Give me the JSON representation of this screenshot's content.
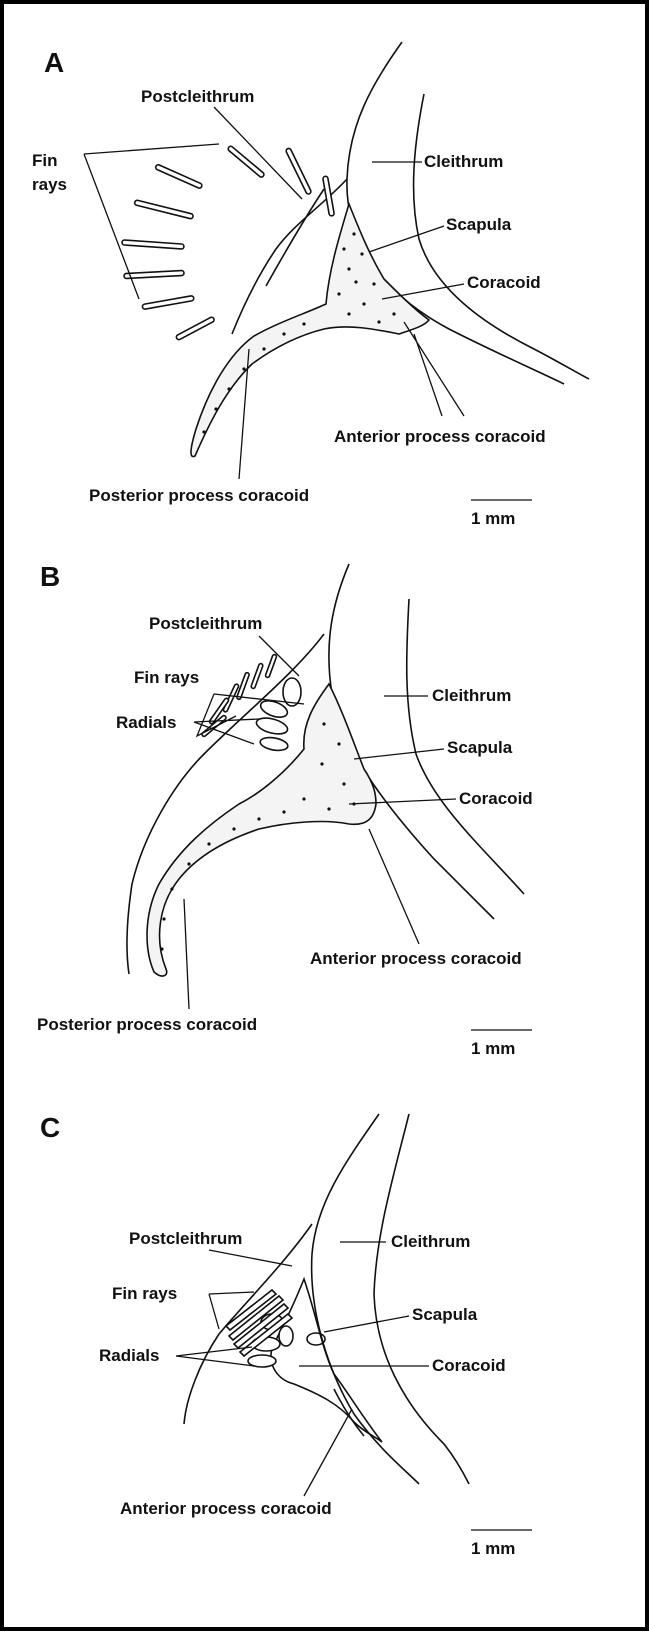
{
  "panels": [
    {
      "letter": "A",
      "labels": {
        "postcleithrum": "Postcleithrum",
        "fin_rays_1": "Fin",
        "fin_rays_2": "rays",
        "cleithrum": "Cleithrum",
        "scapula": "Scapula",
        "coracoid": "Coracoid",
        "anterior_process": "Anterior process coracoid",
        "posterior_process": "Posterior process coracoid"
      },
      "scale": "1  mm"
    },
    {
      "letter": "B",
      "labels": {
        "postcleithrum": "Postcleithrum",
        "fin_rays": "Fin rays",
        "radials": "Radials",
        "cleithrum": "Cleithrum",
        "scapula": "Scapula",
        "coracoid": "Coracoid",
        "anterior_process": "Anterior process coracoid",
        "posterior_process": "Posterior process coracoid"
      },
      "scale": "1  mm"
    },
    {
      "letter": "C",
      "labels": {
        "postcleithrum": "Postcleithrum",
        "fin_rays": "Fin rays",
        "radials": "Radials",
        "cleithrum": "Cleithrum",
        "scapula": "Scapula",
        "coracoid": "Coracoid",
        "anterior_process": "Anterior process coracoid"
      },
      "scale": "1  mm"
    }
  ]
}
